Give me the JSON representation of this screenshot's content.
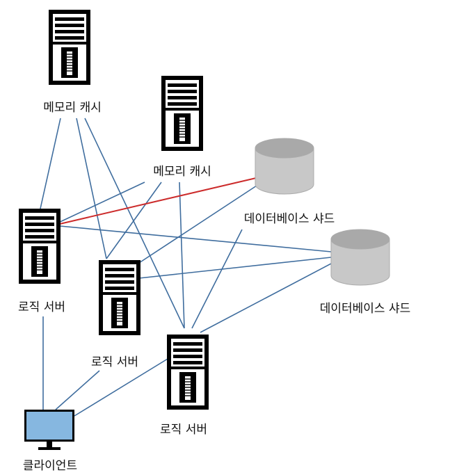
{
  "diagram": {
    "colors": {
      "link": "#3f6d9e",
      "highlight_link": "#cc2b2b",
      "server_body": "#000000",
      "server_panel": "#ffffff",
      "db_side": "#c8c8c8",
      "db_top": "#a9a9a9",
      "monitor_screen": "#86b7e0"
    },
    "nodes": {
      "cache_1": {
        "label": "메모리 캐시",
        "icon": "server-tower-icon"
      },
      "cache_2": {
        "label": "메모리 캐시",
        "icon": "server-tower-icon"
      },
      "logic_1": {
        "label": "로직 서버",
        "icon": "server-tower-icon"
      },
      "logic_2": {
        "label": "로직 서버",
        "icon": "server-tower-icon"
      },
      "logic_3": {
        "label": "로직 서버",
        "icon": "server-tower-icon"
      },
      "db_1": {
        "label": "데이터베이스 샤드",
        "icon": "database-cylinder-icon"
      },
      "db_2": {
        "label": "데이터베이스 샤드",
        "icon": "database-cylinder-icon"
      },
      "client": {
        "label": "클라이언트",
        "icon": "monitor-icon"
      }
    },
    "links": [
      {
        "from": "cache_1",
        "to": "logic_1"
      },
      {
        "from": "cache_1",
        "to": "logic_2"
      },
      {
        "from": "cache_1",
        "to": "logic_3"
      },
      {
        "from": "cache_2",
        "to": "logic_1"
      },
      {
        "from": "cache_2",
        "to": "logic_2"
      },
      {
        "from": "cache_2",
        "to": "logic_3"
      },
      {
        "from": "db_1",
        "to": "logic_1",
        "highlight": true
      },
      {
        "from": "db_1",
        "to": "logic_2"
      },
      {
        "from": "db_1",
        "to": "logic_3"
      },
      {
        "from": "db_2",
        "to": "logic_1"
      },
      {
        "from": "db_2",
        "to": "logic_2"
      },
      {
        "from": "db_2",
        "to": "logic_3"
      },
      {
        "from": "client",
        "to": "logic_1"
      },
      {
        "from": "client",
        "to": "logic_2"
      },
      {
        "from": "client",
        "to": "logic_3"
      }
    ]
  }
}
